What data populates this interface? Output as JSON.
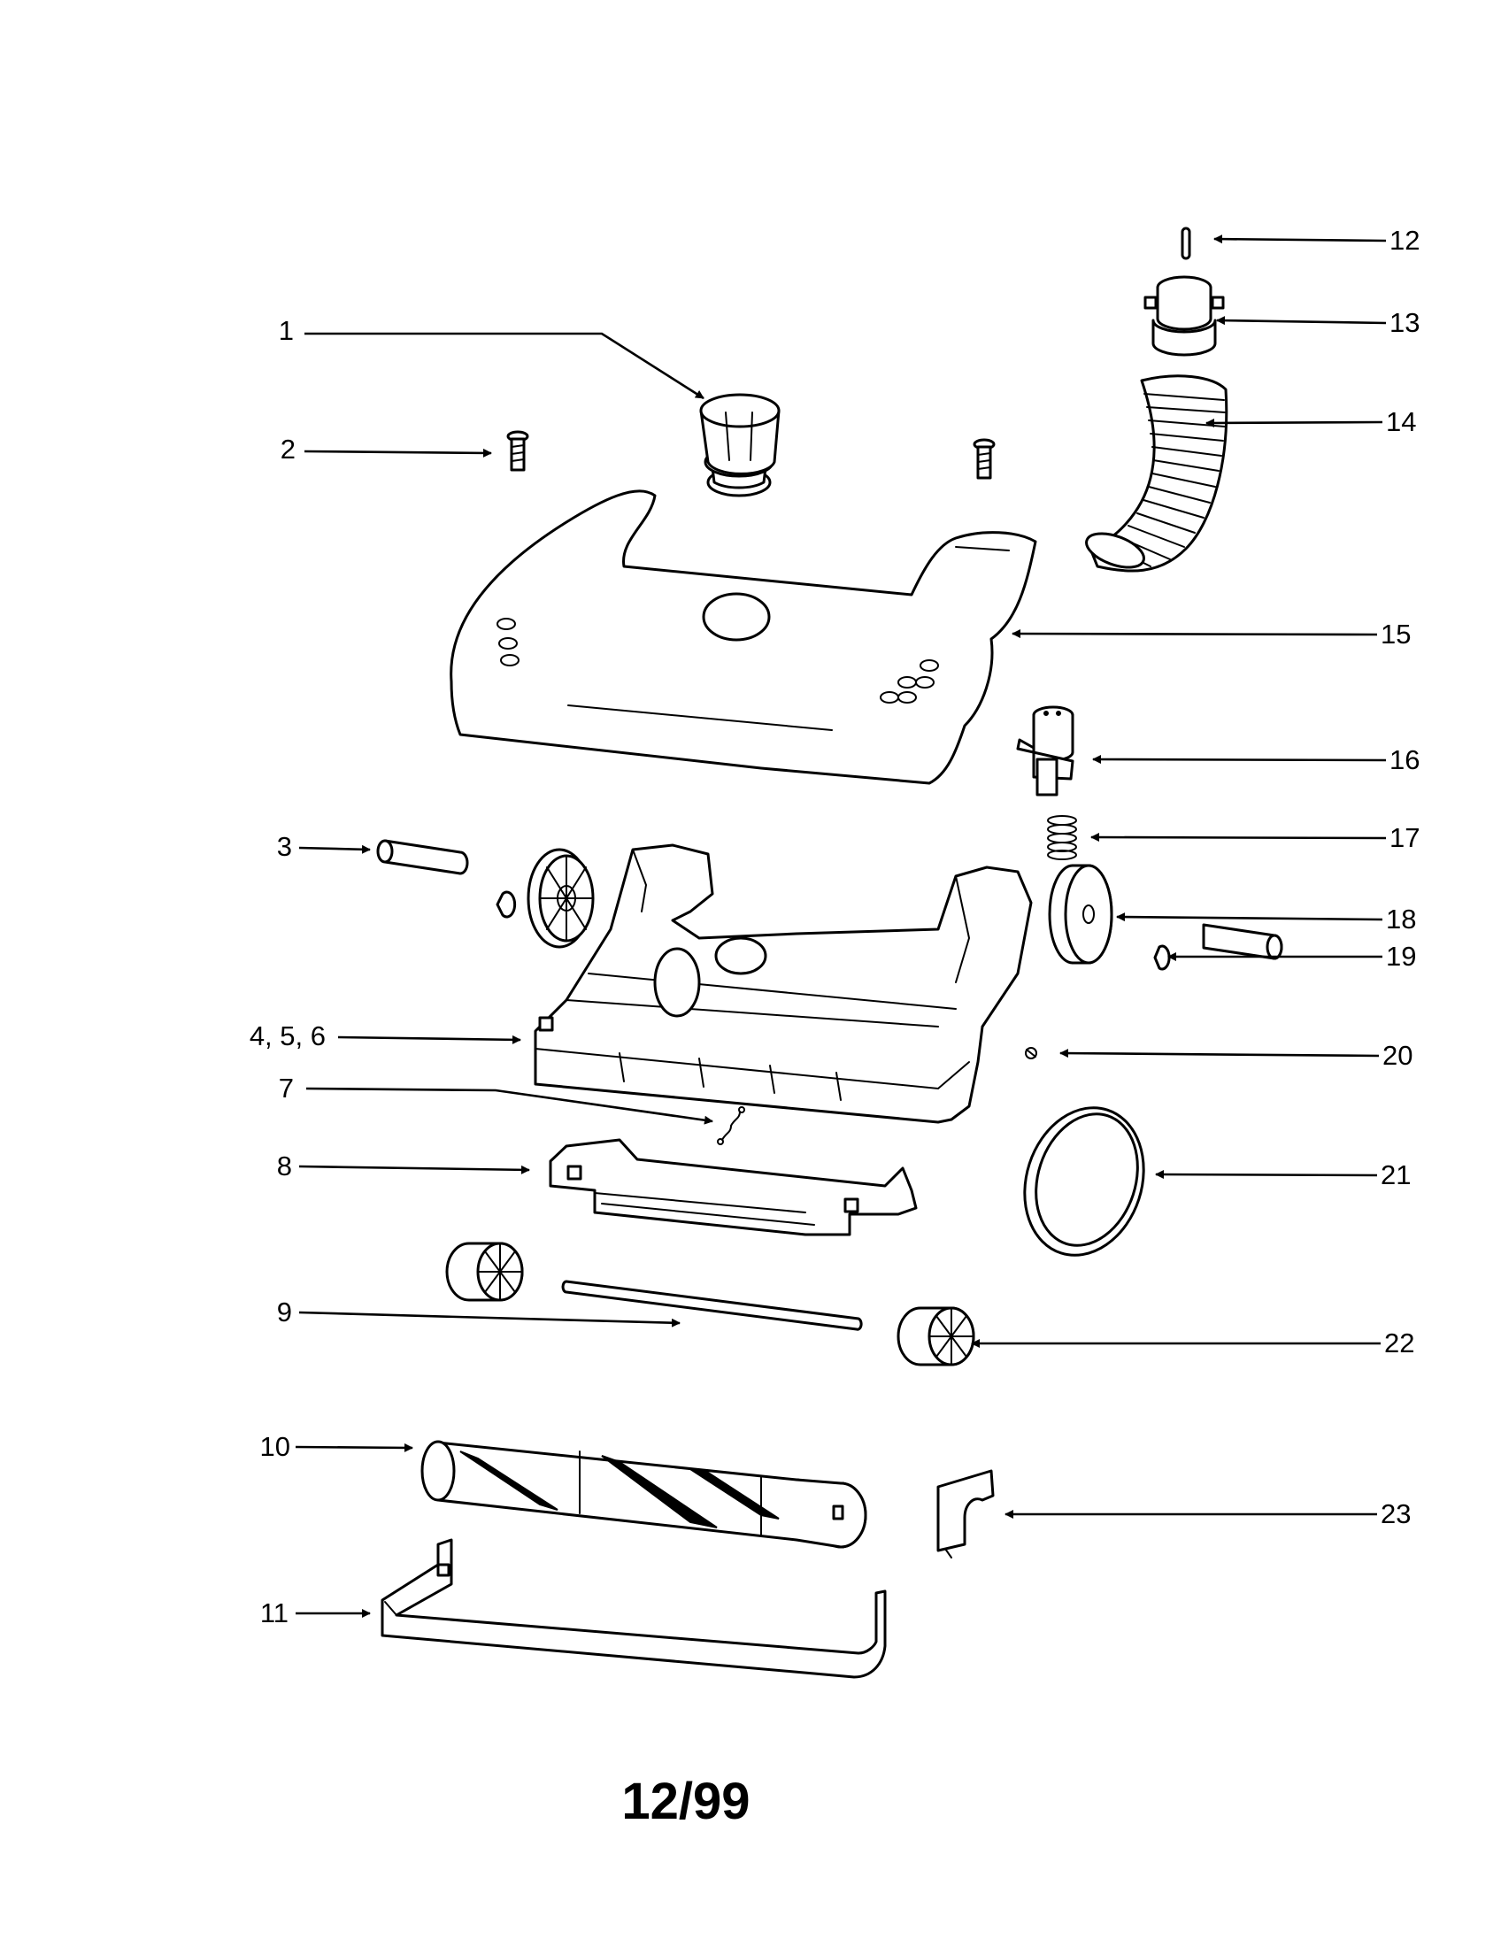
{
  "callouts": [
    {
      "id": "1",
      "label": "1"
    },
    {
      "id": "2",
      "label": "2"
    },
    {
      "id": "3",
      "label": "3"
    },
    {
      "id": "456",
      "label": "4, 5, 6"
    },
    {
      "id": "7",
      "label": "7"
    },
    {
      "id": "8",
      "label": "8"
    },
    {
      "id": "9",
      "label": "9"
    },
    {
      "id": "10",
      "label": "10"
    },
    {
      "id": "11",
      "label": "11"
    },
    {
      "id": "12",
      "label": "12"
    },
    {
      "id": "13",
      "label": "13"
    },
    {
      "id": "14",
      "label": "14"
    },
    {
      "id": "15",
      "label": "15"
    },
    {
      "id": "16",
      "label": "16"
    },
    {
      "id": "17",
      "label": "17"
    },
    {
      "id": "18",
      "label": "18"
    },
    {
      "id": "19",
      "label": "19"
    },
    {
      "id": "20",
      "label": "20"
    },
    {
      "id": "21",
      "label": "21"
    },
    {
      "id": "22",
      "label": "22"
    },
    {
      "id": "23",
      "label": "23"
    }
  ],
  "footer": {
    "date_code": "12/99"
  }
}
